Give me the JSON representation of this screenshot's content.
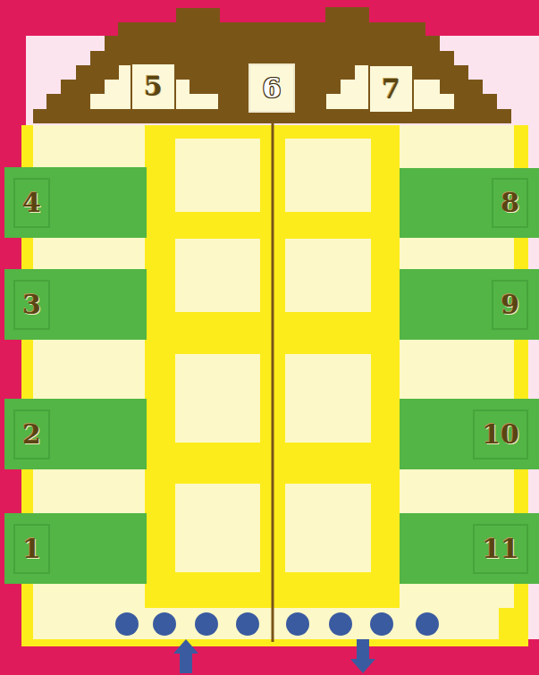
{
  "diagram": {
    "nodes": [
      {
        "text": [
          "5"
        ]
      },
      {
        "text": [
          "6"
        ]
      },
      {
        "text": [
          "7"
        ]
      },
      {
        "text": [
          "4"
        ]
      },
      {
        "text": [
          "8"
        ]
      },
      {
        "text": [
          "3"
        ]
      },
      {
        "text": [
          "9"
        ]
      },
      {
        "text": [
          "2"
        ]
      },
      {
        "text": [
          "10"
        ]
      },
      {
        "text": [
          "1"
        ]
      },
      {
        "text": [
          "11"
        ]
      }
    ]
  }
}
